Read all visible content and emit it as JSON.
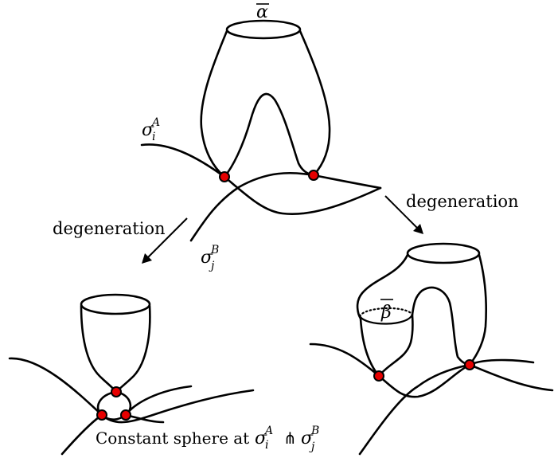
{
  "labels": {
    "alpha_bar": "α",
    "beta_bar": "β",
    "sigma_a": {
      "base": "σ",
      "sub": "i",
      "sup": "A"
    },
    "sigma_b": {
      "base": "σ",
      "sub": "j",
      "sup": "B"
    },
    "degeneration_left": "degeneration",
    "degeneration_right": "degeneration",
    "caption": {
      "text": "Constant sphere at",
      "sigma1": "σ",
      "sub1": "i",
      "sup1": "A",
      "op": "⋔",
      "sigma2": "σ",
      "sub2": "j",
      "sup2": "B"
    }
  },
  "colors": {
    "node_fill": "#e60000",
    "stroke": "#000000"
  }
}
